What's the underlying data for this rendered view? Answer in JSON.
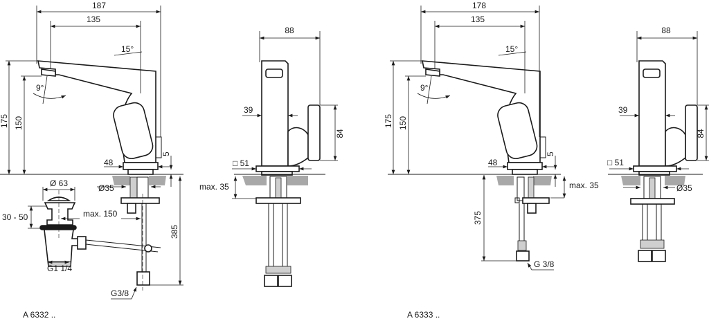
{
  "models": [
    {
      "code": "A 6332 ..",
      "side": {
        "overall_length": "187",
        "spout_reach": "135",
        "lever_angle": "15°",
        "spout_angle": "9°",
        "height_total": "175",
        "height_spout": "150",
        "base_width": "48",
        "base_height": "5",
        "shank_diameter": "Ø35"
      },
      "front": {
        "width": "88",
        "body_width": "39",
        "handle_height": "84",
        "base_square": "□ 51",
        "max_counter": "max. 35"
      },
      "drain": {
        "diameter": "Ø 63",
        "adjust": "30 - 50",
        "max_reach": "max. 150",
        "thread": "G1 1/4",
        "hose_length": "385",
        "hose_thread": "G3/8"
      }
    },
    {
      "code": "A 6333 ..",
      "side": {
        "overall_length": "178",
        "spout_reach": "135",
        "lever_angle": "15°",
        "spout_angle": "9°",
        "height_total": "175",
        "height_spout": "150",
        "base_width": "48",
        "base_height": "5",
        "max_counter": "max. 35",
        "hose_length": "375",
        "hose_thread": "G 3/8"
      },
      "front": {
        "width": "88",
        "body_width": "39",
        "handle_height": "84",
        "base_square": "□ 51",
        "shank_diameter": "Ø35"
      }
    }
  ]
}
